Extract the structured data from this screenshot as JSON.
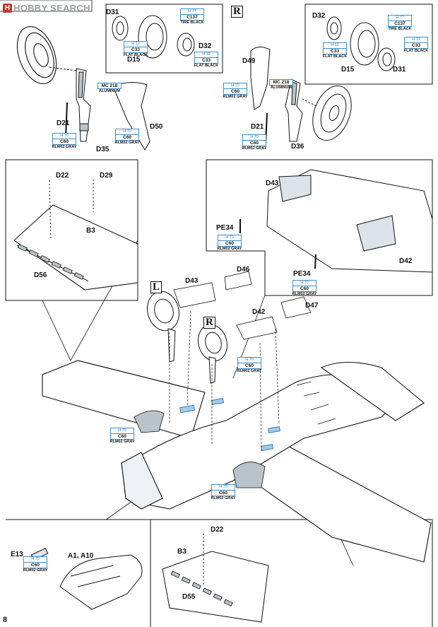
{
  "watermark": {
    "icon": "H",
    "text": "HOBBY SEARCH"
  },
  "page_number": "8",
  "side_markers": {
    "top_right": "R",
    "wheel_left": "L",
    "wheel_right": "R"
  },
  "parts": {
    "d31_top": "D31",
    "d15_top": "D15",
    "d32_top": "D32",
    "d32_tr": "D32",
    "d15_tr": "D15",
    "d31_tr": "D31",
    "d21_l": "D21",
    "d35": "D35",
    "d50": "D50",
    "d49": "D49",
    "d21_r": "D21",
    "d36": "D36",
    "d22_top": "D22",
    "d29": "D29",
    "b3_top": "B3",
    "d56": "D56",
    "d43_r": "D43",
    "pe34_a": "PE34",
    "pe34_b": "PE34",
    "d42_r": "D42",
    "d46": "D46",
    "d43_c": "D43",
    "d42_c": "D42",
    "d47": "D47",
    "e13": "E13",
    "a1a10": "A1, A10",
    "d22_b": "D22",
    "b3_b": "B3",
    "d55": "D55"
  },
  "callouts": {
    "c137_a": {
      "code1": "H 77",
      "code2": "C137",
      "name": "TIRE BLACK"
    },
    "c33_a": {
      "code1": "H 12",
      "code2": "C33",
      "name": "FLAT BLACK"
    },
    "c33_b": {
      "code1": "H 12",
      "code2": "C33",
      "name": "FLAT BLACK"
    },
    "mc218_l": {
      "code1": "MC 218",
      "code2": "",
      "name": "ALUMINUM"
    },
    "c60_l1": {
      "code1": "H 70",
      "code2": "C60",
      "name": "RLM02 GRAY"
    },
    "c60_l2": {
      "code1": "H 70",
      "code2": "C60",
      "name": "RLM02 GRAY"
    },
    "c137_b": {
      "code1": "H 77",
      "code2": "C137",
      "name": "TIRE BLACK"
    },
    "c33_c": {
      "code1": "H 12",
      "code2": "C33",
      "name": "FLAT BLACK"
    },
    "c33_d": {
      "code1": "H 12",
      "code2": "C33",
      "name": "FLAT BLACK"
    },
    "mc218_r": {
      "code1": "MC 218",
      "code2": "",
      "name": "ALUMINUM"
    },
    "c60_r1": {
      "code1": "H 70",
      "code2": "C60",
      "name": "RLM02 GRAY"
    },
    "c60_r2": {
      "code1": "H 70",
      "code2": "C60",
      "name": "RLM02 GRAY"
    },
    "c60_pe_a": {
      "code1": "H 70",
      "code2": "C60",
      "name": "RLM02 GRAY"
    },
    "c60_pe_b": {
      "code1": "H 70",
      "code2": "C60",
      "name": "RLM02 GRAY"
    },
    "c60_m1": {
      "code1": "H 70",
      "code2": "C60",
      "name": "RLM02 GRAY"
    },
    "c60_m2": {
      "code1": "H 70",
      "code2": "C60",
      "name": "RLM02 GRAY"
    },
    "c60_m3": {
      "code1": "H 70",
      "code2": "C60",
      "name": "RLM02 GRAY"
    },
    "c60_e13": {
      "code1": "H 70",
      "code2": "C60",
      "name": "RLM02 GRAY"
    }
  },
  "colors": {
    "line": "#111111",
    "callout_blue": "#3d8fc9",
    "part_fill": "#b9c3cc",
    "fill_light": "#dce3ea"
  }
}
